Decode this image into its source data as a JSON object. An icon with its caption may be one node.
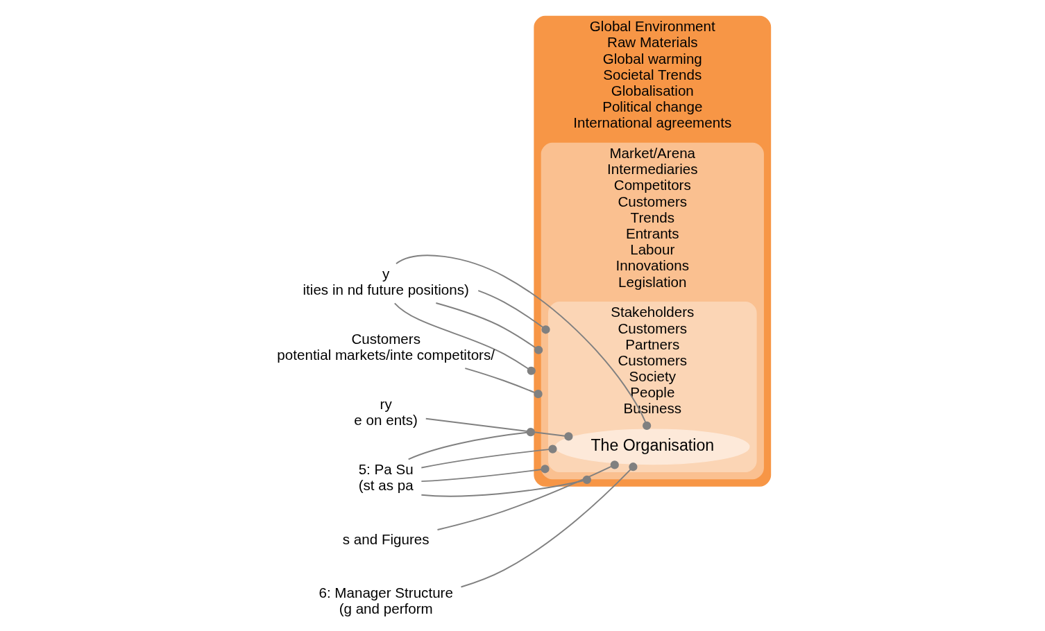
{
  "diagram": {
    "nodes": [
      {
        "text": [
          "Global Environment",
          "Raw Materials",
          "Global warming",
          "Societal Trends",
          "Globalisation",
          "Political change",
          "International agreements"
        ]
      },
      {
        "text": [
          "Market/Arena",
          "Intermediaries",
          "Competitors",
          "Customers",
          "Trends",
          "Entrants",
          "Labour",
          "Innovations",
          "Legislation"
        ],
        "in": 0
      },
      {
        "text": [
          "Stakeholders",
          "Customers",
          "Partners",
          "Customers",
          "Society",
          "People",
          "Business"
        ],
        "in": 1
      },
      {
        "text": [
          "The Organisation"
        ],
        "in": 2
      },
      {
        "text": [
          "y",
          "ities in nd future positions)"
        ]
      },
      {
        "text": [
          "Customers",
          "potential markets/inte competitors/"
        ]
      },
      {
        "text": [
          "ry",
          "e on ents)"
        ]
      },
      {
        "text": [
          "5: Pa Su",
          "(st as pa"
        ]
      },
      {
        "text": [
          "s and Figures"
        ]
      },
      {
        "text": [
          "6: Manager Structure",
          "(g and perform"
        ]
      }
    ],
    "edges": [
      {
        "from": 4,
        "to": 0,
        "arrow": "other"
      },
      {
        "from": 4,
        "to": 1,
        "arrow": "other"
      },
      {
        "from": 4,
        "to": 2,
        "arrow": "other"
      },
      {
        "from": 4,
        "to": 3,
        "arrow": "other"
      },
      {
        "from": 5,
        "to": 1,
        "arrow": "other"
      },
      {
        "from": 6,
        "to": 3,
        "arrow": "other"
      },
      {
        "from": 7,
        "to": 1,
        "arrow": "other"
      },
      {
        "from": 7,
        "to": 2,
        "arrow": "other"
      },
      {
        "from": 7,
        "to": 3,
        "arrow": "other"
      },
      {
        "from": 7,
        "to": 0,
        "arrow": "other"
      },
      {
        "from": 8,
        "to": 3,
        "arrow": "other"
      },
      {
        "from": 9,
        "to": 3,
        "arrow": "other"
      }
    ]
  }
}
